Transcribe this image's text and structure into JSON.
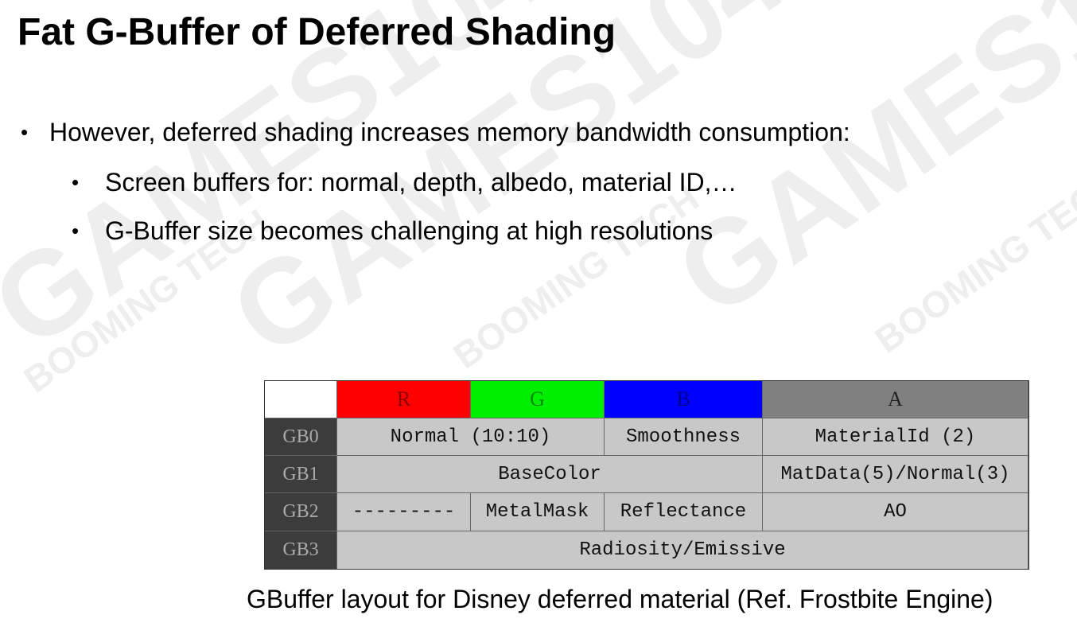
{
  "slide": {
    "title": "Fat G-Buffer of Deferred Shading",
    "bullets": [
      {
        "text": "However, deferred shading increases memory bandwidth consumption:",
        "level": 1
      },
      {
        "text": "Screen buffers for: normal, depth, albedo, material ID,…",
        "level": 2
      },
      {
        "text": "G-Buffer size becomes challenging at high resolutions",
        "level": 2
      }
    ],
    "bullet_glyph": "•",
    "caption": "GBuffer layout for Disney deferred material (Ref. Frostbite Engine)",
    "watermarks": [
      "GAMES104",
      "BOOMING TECH"
    ]
  },
  "gbuffer_table": {
    "columns": [
      {
        "label": "R",
        "color": "#ff0000"
      },
      {
        "label": "G",
        "color": "#00ee00"
      },
      {
        "label": "B",
        "color": "#0000ff"
      },
      {
        "label": "A",
        "color": "#808080"
      }
    ],
    "rows": [
      {
        "label": "GB0",
        "cells": [
          {
            "text": "Normal (10:10)",
            "span": 2
          },
          {
            "text": "Smoothness",
            "span": 1
          },
          {
            "text": "MaterialId (2)",
            "span": 1
          }
        ]
      },
      {
        "label": "GB1",
        "cells": [
          {
            "text": "BaseColor",
            "span": 3
          },
          {
            "text": "MatData(5)/Normal(3)",
            "span": 1
          }
        ]
      },
      {
        "label": "GB2",
        "cells": [
          {
            "text": "---------",
            "span": 1
          },
          {
            "text": "MetalMask",
            "span": 1
          },
          {
            "text": "Reflectance",
            "span": 1
          },
          {
            "text": "AO",
            "span": 1
          }
        ]
      },
      {
        "label": "GB3",
        "cells": [
          {
            "text": "Radiosity/Emissive",
            "span": 4
          }
        ]
      }
    ]
  }
}
